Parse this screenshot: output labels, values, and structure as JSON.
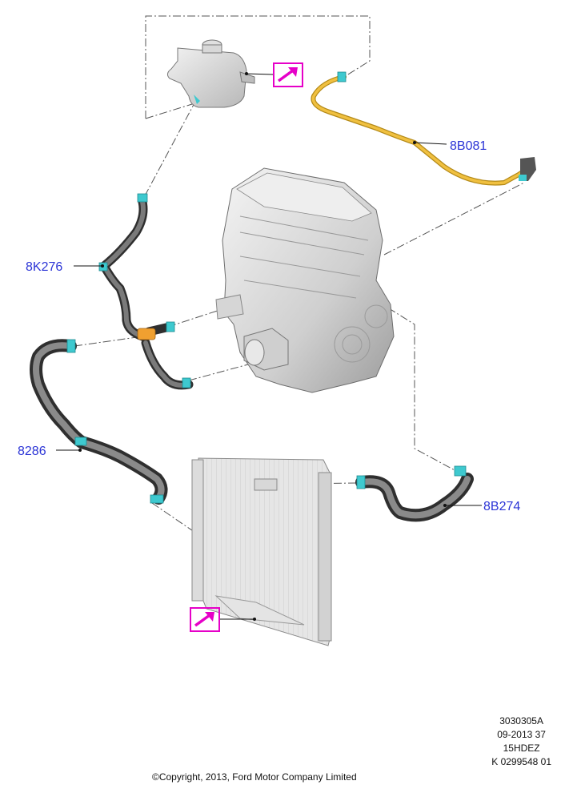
{
  "labels": {
    "reservoir_hose": "8B081",
    "heater_hose": "8K276",
    "upper_hose": "8286",
    "lower_hose": "8B274"
  },
  "meta": {
    "line1": "3030305A",
    "line2": "09-2013 37",
    "line3": "15HDEZ",
    "line4": "K 0299548 01"
  },
  "copyright": "©Copyright, 2013, Ford Motor Company Limited",
  "colors": {
    "label": "#2b34d6",
    "callout": "#e600c8",
    "hose": "#4a4a4a",
    "clamp": "#3ec9cf",
    "pipe": "#f0c040"
  },
  "icons": [
    "arrow-callout-icon"
  ]
}
